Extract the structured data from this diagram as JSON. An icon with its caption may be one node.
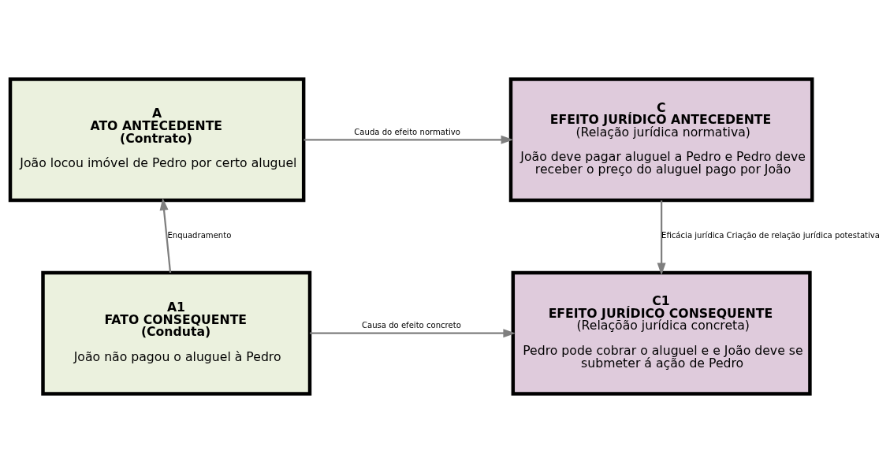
{
  "diagram": {
    "nodes": [
      {
        "text": [
          "A",
          "ATO ANTECEDENTE",
          "(Contrato)",
          "João locou imóvel de Pedro por certo aluguel"
        ]
      },
      {
        "text": [
          "C",
          "EFEITO JURÍDICO ANTECEDENTE",
          "(Relação jurídica normativa)",
          "João deve pagar aluguel a Pedro e Pedro deve receber o preço do aluguel pago por João"
        ]
      },
      {
        "text": [
          "A1",
          "FATO CONSEQUENTE",
          "(Conduta)",
          "João não pagou o aluguel à Pedro"
        ]
      },
      {
        "text": [
          "C1",
          "EFEITO JURÍDICO CONSEQUENTE",
          "(Relaçõão jurídica concreta)",
          "Pedro pode cobrar o aluguel e e João deve se submeter á ação de Pedro"
        ]
      }
    ],
    "edges": [
      {
        "from": 0,
        "to": 1,
        "arrow": "to",
        "label": "Cauda do efeito normativo"
      },
      {
        "from": 2,
        "to": 0,
        "arrow": "to",
        "label": "Enquadramento"
      },
      {
        "from": 1,
        "to": 3,
        "arrow": "to",
        "label": "Eficácia jurídica Criação de relação jurídica potestativa"
      },
      {
        "from": 2,
        "to": 3,
        "arrow": "to",
        "label": "Causa do efeito concreto"
      }
    ]
  }
}
